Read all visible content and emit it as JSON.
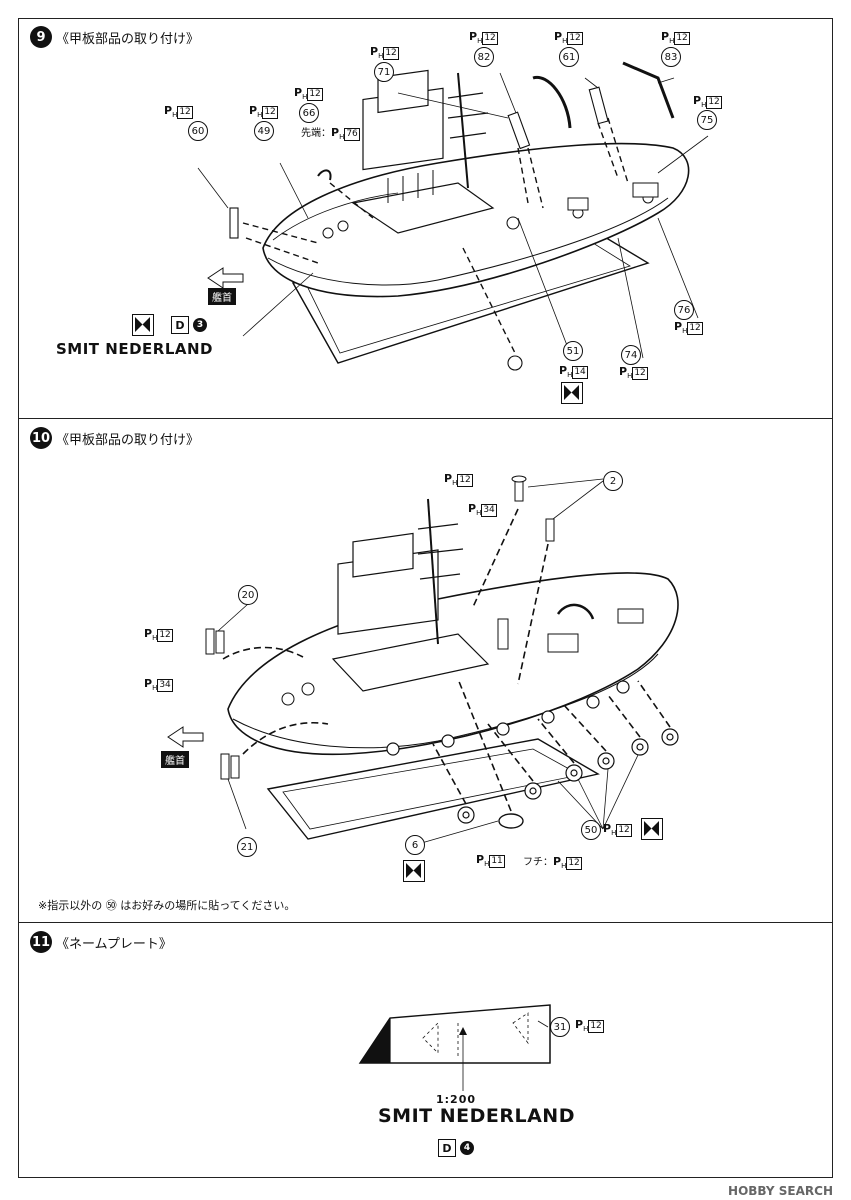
{
  "step9": {
    "number": "9",
    "title": "《甲板部品の取り付け》",
    "parts": [
      "60",
      "49",
      "66",
      "71",
      "82",
      "61",
      "83",
      "75",
      "76",
      "74",
      "51"
    ],
    "paint_prefix": "P",
    "paint_sub": "H",
    "paint_12": "12",
    "paint_76": "76",
    "paint_14": "14",
    "tip_label": "先端：",
    "bow_label": "艦首",
    "decal_letter": "D",
    "decal_num": "3",
    "ship_name": "SMIT NEDERLAND"
  },
  "step10": {
    "number": "10",
    "title": "《甲板部品の取り付け》",
    "parts": [
      "2",
      "20",
      "21",
      "6",
      "50"
    ],
    "paint_12": "12",
    "paint_34": "34",
    "paint_11": "11",
    "edge_label": "フチ：",
    "bow_label": "艦首",
    "note": "※指示以外の ㊿ はお好みの場所に貼ってください。"
  },
  "step11": {
    "number": "11",
    "title": "《ネームプレート》",
    "part": "31",
    "paint_12": "12",
    "scale": "1:200",
    "ship_name": "SMIT NEDERLAND",
    "decal_letter": "D",
    "decal_num": "4"
  },
  "watermark": "HOBBY SEARCH"
}
